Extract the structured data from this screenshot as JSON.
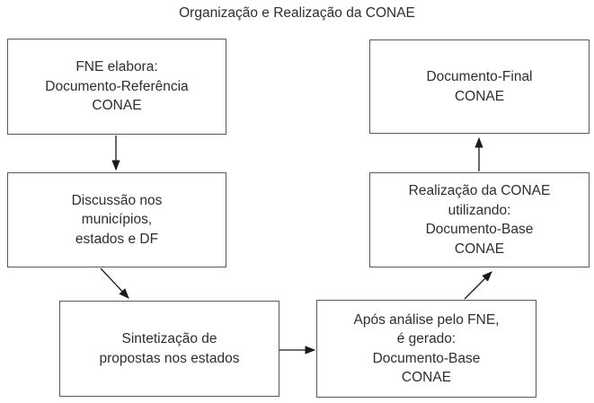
{
  "title": "Organização e Realização da CONAE",
  "diagram": {
    "type": "flowchart",
    "nodes": [
      {
        "id": "fne-elabora",
        "label": "FNE elabora:\nDocumento-Referência\nCONAE"
      },
      {
        "id": "discussao-municipios",
        "label": "Discussão nos\nmunicípios,\nestados e DF"
      },
      {
        "id": "sintetizacao-propostas",
        "label": "Sintetização de\npropostas nos estados"
      },
      {
        "id": "documento-base",
        "label": "Após análise pelo FNE,\né gerado:\nDocumento-Base\nCONAE"
      },
      {
        "id": "realizacao-conae",
        "label": "Realização da CONAE\nutilizando:\nDocumento-Base\nCONAE"
      },
      {
        "id": "documento-final",
        "label": "Documento-Final\nCONAE"
      }
    ],
    "edges": [
      {
        "from": "fne-elabora",
        "to": "discussao-municipios"
      },
      {
        "from": "discussao-municipios",
        "to": "sintetizacao-propostas"
      },
      {
        "from": "sintetizacao-propostas",
        "to": "documento-base"
      },
      {
        "from": "documento-base",
        "to": "realizacao-conae"
      },
      {
        "from": "realizacao-conae",
        "to": "documento-final"
      }
    ],
    "colors": {
      "background": "#ffffff",
      "box_fill": "#ffffff",
      "box_border": "#595959",
      "arrow": "#1a1a1a",
      "text": "#2e2e2e"
    }
  }
}
